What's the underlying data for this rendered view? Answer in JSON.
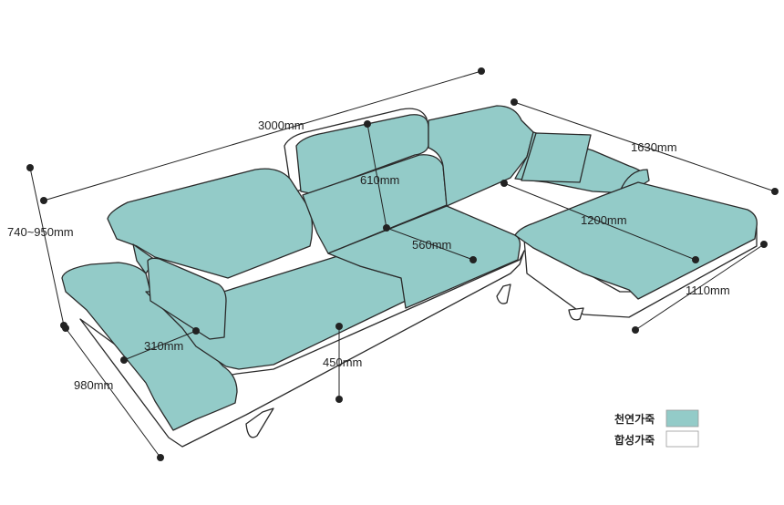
{
  "colors": {
    "natural_leather": "#93CBC8",
    "synthetic_leather": "#FFFFFF",
    "outline": "#2A2A2A",
    "dimension": "#222222"
  },
  "dimensions": {
    "total_width": "3000mm",
    "chaise_length": "1630mm",
    "height": "740~950mm",
    "backrest": "610mm",
    "seat_depth": "560mm",
    "chaise_seat": "1200mm",
    "chaise_width": "1110mm",
    "armrest": "310mm",
    "seat_height": "450mm",
    "depth": "980mm"
  },
  "legend": {
    "natural_leather_label": "천연가죽",
    "synthetic_leather_label": "합성가죽"
  }
}
